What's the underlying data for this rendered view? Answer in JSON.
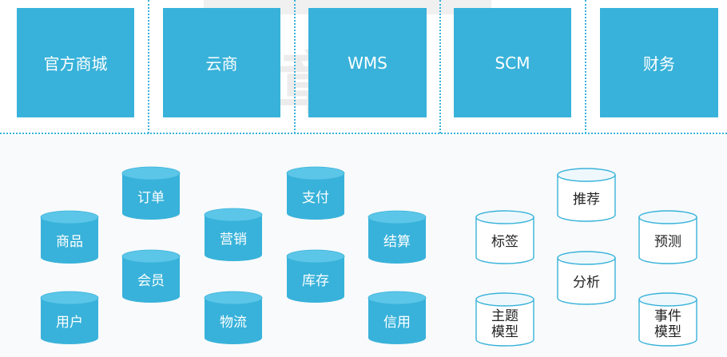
{
  "colors": {
    "accent": "#38b2da",
    "cylinder_top": "#5cc6e8",
    "outline_fill": "#ffffff",
    "outline_top": "#eef8fc"
  },
  "systems": [
    {
      "label": "官方商城"
    },
    {
      "label": "云商"
    },
    {
      "label": "WMS"
    },
    {
      "label": "SCM"
    },
    {
      "label": "财务"
    }
  ],
  "business_data": [
    {
      "label": "订单"
    },
    {
      "label": "支付"
    },
    {
      "label": "商品"
    },
    {
      "label": "营销"
    },
    {
      "label": "结算"
    },
    {
      "label": "会员"
    },
    {
      "label": "库存"
    },
    {
      "label": "用户"
    },
    {
      "label": "物流"
    },
    {
      "label": "信用"
    }
  ],
  "analytics_models": [
    {
      "label": "推荐"
    },
    {
      "label": "标签"
    },
    {
      "label": "预测"
    },
    {
      "label": "分析"
    },
    {
      "label": "主题\n模型"
    },
    {
      "label": "事件\n模型"
    }
  ],
  "watermark": {
    "text": "华章图书"
  }
}
